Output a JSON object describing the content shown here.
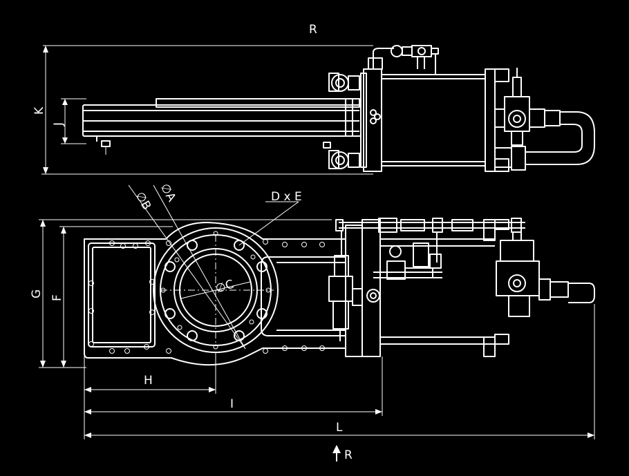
{
  "labels": {
    "R_top": "R",
    "K": "K",
    "J": "J",
    "phi_B": "∅B",
    "phi_A": "∅A",
    "DxE": "D x E",
    "G": "G",
    "F": "F",
    "phi_C": "∅C",
    "H": "H",
    "I": "I",
    "L": "L",
    "R_bottom": "R"
  },
  "colors": {
    "background": "#000000",
    "line": "#ffffff"
  }
}
